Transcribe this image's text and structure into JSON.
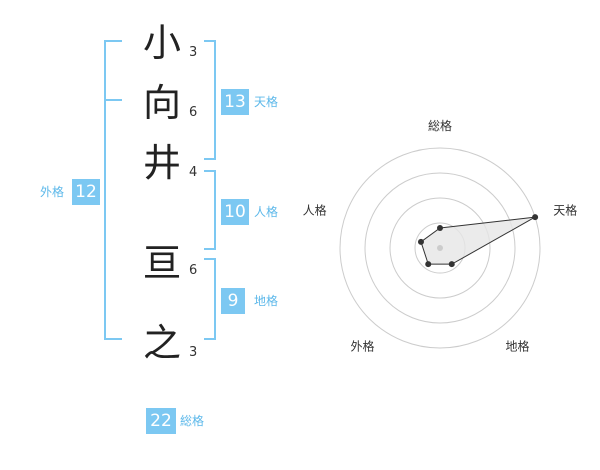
{
  "name": {
    "chars": [
      {
        "char": "小",
        "strokes": "3"
      },
      {
        "char": "向",
        "strokes": "6"
      },
      {
        "char": "井",
        "strokes": "4"
      },
      {
        "char": "亘",
        "strokes": "6"
      },
      {
        "char": "之",
        "strokes": "3"
      }
    ]
  },
  "grades": {
    "tenkaku": {
      "value": "13",
      "label": "天格"
    },
    "jinkaku": {
      "value": "10",
      "label": "人格"
    },
    "chikaku": {
      "value": "9",
      "label": "地格"
    },
    "gaikaku": {
      "value": "12",
      "label": "外格"
    },
    "soukaku": {
      "value": "22",
      "label": "総格"
    }
  },
  "colors": {
    "accent": "#7cc8f2",
    "accent_text": "#5cb8ea",
    "radar_fill": "#e6e6e6"
  },
  "chart_data": {
    "type": "radar",
    "axes": [
      "総格",
      "天格",
      "地格",
      "外格",
      "人格"
    ],
    "values": [
      0.2,
      1.0,
      0.2,
      0.2,
      0.2
    ],
    "rings": 4
  }
}
